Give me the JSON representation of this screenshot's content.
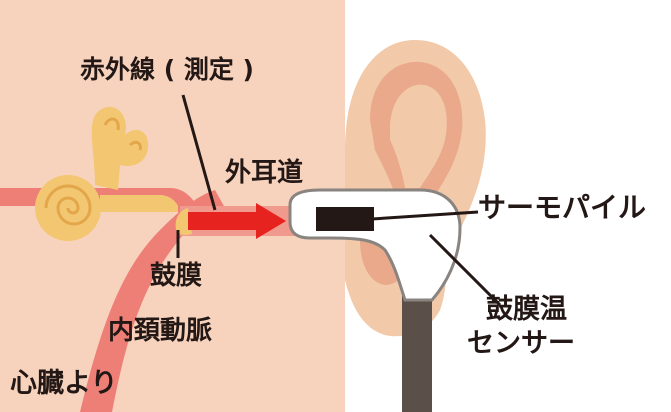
{
  "labels": {
    "infrared": "赤外線 ( 測定 )",
    "ear_canal": "外耳道",
    "thermopile": "サーモパイル",
    "eardrum": "鼓膜",
    "carotid": "内頚動脈",
    "from_heart": "心臓より",
    "sensor_line1": "鼓膜温",
    "sensor_line2": "センサー"
  },
  "colors": {
    "skin": "#f7d3bd",
    "ear_outer": "#f2c9a9",
    "ear_inner": "#e9a98a",
    "artery": "#ee7f76",
    "canal": "#f09a8e",
    "cochlea": "#f3c771",
    "arrow": "#e6231f",
    "probe": "#ffffff",
    "probe_outline": "#8a8480",
    "cable": "#5a4f49",
    "sensor_chip": "#231815",
    "text": "#231815"
  }
}
